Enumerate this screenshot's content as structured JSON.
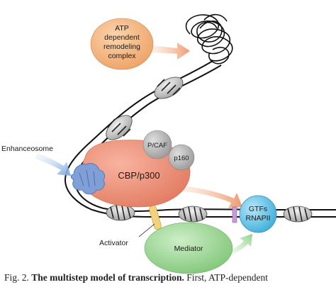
{
  "labels": {
    "atp_complex": [
      "ATP",
      "dependent",
      "remodeling",
      "complex"
    ],
    "pcaf": "P/CAF",
    "p160": "p160",
    "cbp": "CBP/p300",
    "enhanceosome": "Enhanceosome",
    "gtfs": "GTFs",
    "rnapii": "RNAPII",
    "mediator": "Mediator",
    "activator": "Activator"
  },
  "caption": {
    "prefix": "Fig. 2.",
    "title": "The multistep model of transcription.",
    "text": "First, ATP-dependent"
  },
  "colors": {
    "atp_fill": "#f2b27a",
    "cbp_fill": "#ee8f77",
    "small_circle_fill": "#b8b8b8",
    "gtfs_fill": "#6fc6e8",
    "mediator_fill": "#9fd79a",
    "enhanceosome_fill": "#7f9fd6",
    "activator_fill": "#f3d27a"
  }
}
